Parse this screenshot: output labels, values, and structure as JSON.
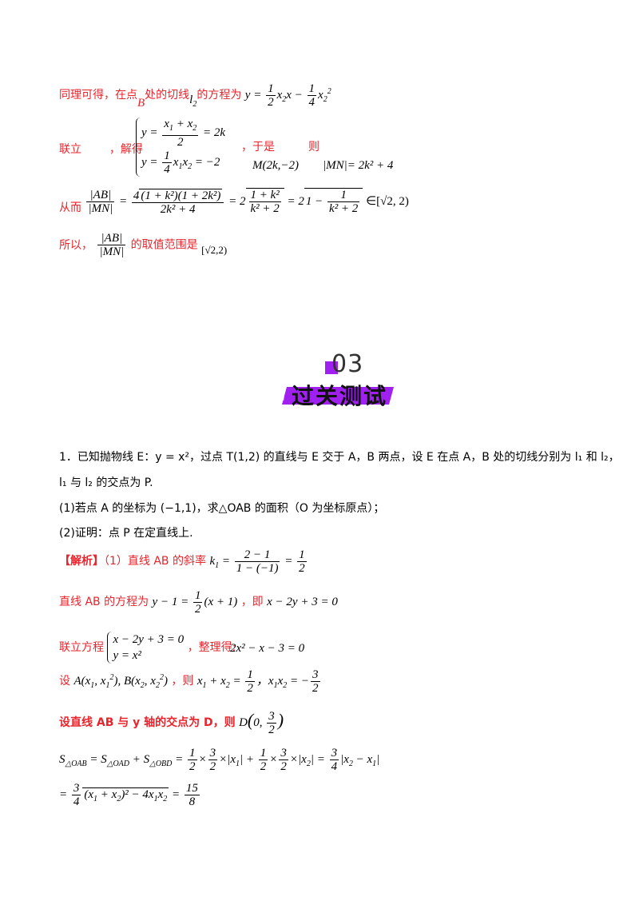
{
  "s1": {
    "pre": "同理可得，在点",
    "b": "B",
    "mid": "处的切线",
    "l2": "l",
    "l2sub": "2",
    "post": "的方程为"
  },
  "s2": {
    "lianli": "联立",
    "jiede": "，解得",
    "yushi": "，于是",
    "ze": "则",
    "M": "M(2k,−2)",
    "MN": "|MN|= 2k² + 4"
  },
  "s3": {
    "pre": "从而",
    "interval": "∈[√2, 2)"
  },
  "s4": {
    "pre": "所以，",
    "post": "的取值范围是",
    "interval": "[√2,2)"
  },
  "badge": {
    "number": "03",
    "title": "过关测试"
  },
  "q1": {
    "line1": "1．已知抛物线 E：y = x²，过点 T(1,2) 的直线与 E 交于 A，B 两点，设 E 在点 A，B 处的切线分别为 l₁ 和 l₂，",
    "line2": "l₁ 与 l₂ 的交点为 P.",
    "part1": "(1)若点 A 的坐标为 (−1,1)，求△OAB 的面积（O 为坐标原点）；",
    "part2": "(2)证明：点 P 在定直线上."
  },
  "sol": {
    "tag": "【解析】",
    "a1": "（1）直线 AB 的斜率",
    "a2": "直线 AB 的方程为",
    "a2b": "，即",
    "a2c": "x − 2y + 3 = 0",
    "a3": "联立方程",
    "a3b": "，整理得:",
    "a3c": "2x² − x − 3 = 0",
    "a4": "设",
    "a4b": "，则",
    "a5": "设直线 AB 与 y 轴的交点为 D，则"
  }
}
